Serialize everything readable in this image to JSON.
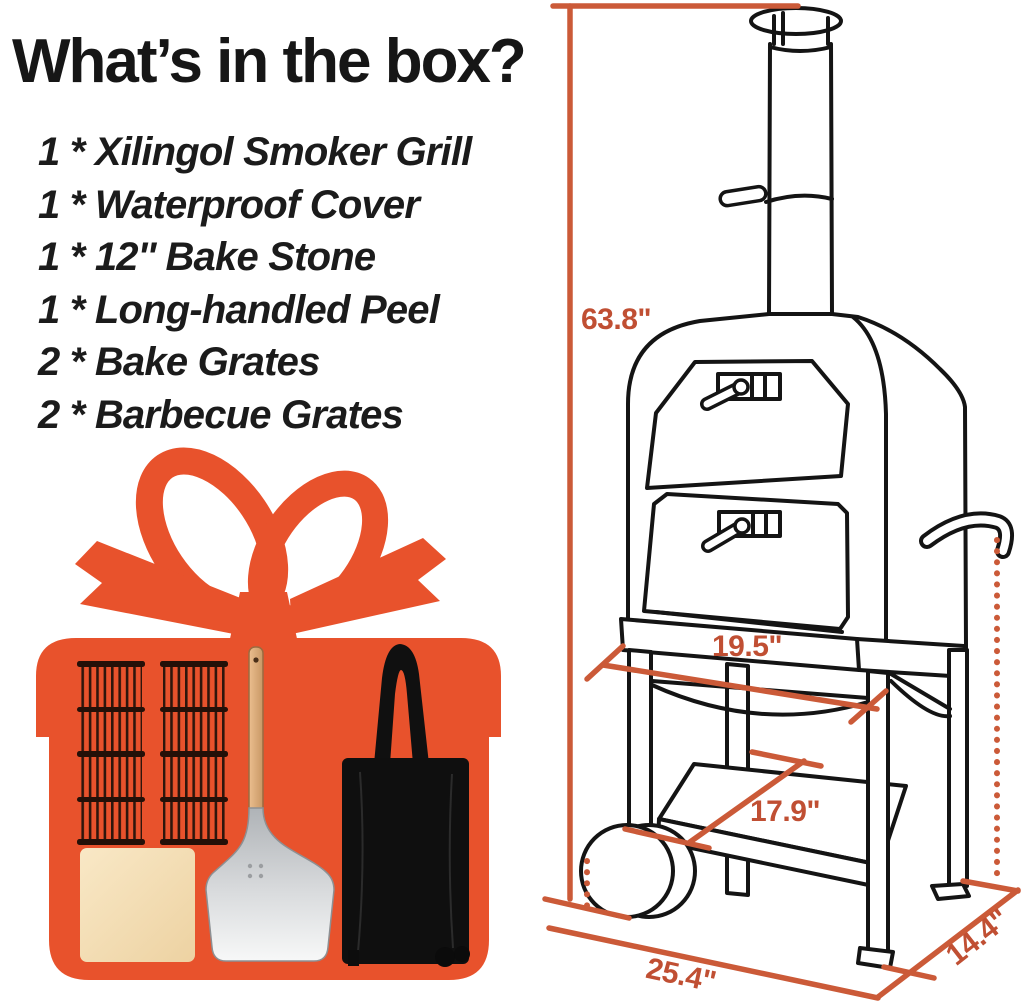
{
  "title": "What’s in the box?",
  "packing_list": {
    "items": [
      "1 * Xilingol Smoker Grill",
      "1 * Waterproof Cover",
      "1 * 12'' Bake Stone",
      "1 * Long-handled Peel",
      "2 * Bake Grates",
      "2 * Barbecue Grates"
    ]
  },
  "dimensions": {
    "overall_height": "63.8\"",
    "oven_width": "19.5\"",
    "shelf_depth": "17.9\"",
    "base_width": "25.4\"",
    "base_depth": "14.4\""
  },
  "graphics": {
    "icons": [
      "gift-bow-icon",
      "gift-box-icon",
      "bake-grates-icon",
      "bake-stone-icon",
      "pizza-peel-icon",
      "waterproof-cover-icon",
      "smoker-grill-outline-diagram",
      "chimney-icon",
      "wheel-icon"
    ],
    "colors": {
      "accent_orange": "#E8522C",
      "dimension_line": "#CB5A38",
      "dimension_text": "#C04F33",
      "line_art_ink": "#141414",
      "stone_cream": "#F3DDB3",
      "peel_wood": "#D9A878",
      "peel_blade": "#D7D9DB",
      "cover_black": "#0F0F0F",
      "background": "#FFFFFF"
    }
  }
}
